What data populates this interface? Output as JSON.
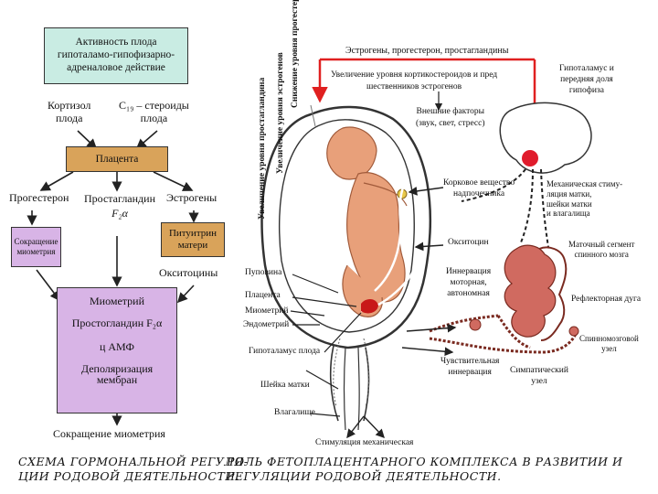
{
  "left": {
    "box_top": "Активность плода гипоталамо-гипофизарно-адреналовое действие",
    "box_top_lines": [
      "Активность плода",
      "гипоталамо-гипофизарно-",
      "адреналовое действие"
    ],
    "cortisol": [
      "Кортизол",
      "плода"
    ],
    "c19": [
      "C₁₉ – стероиды",
      "плода"
    ],
    "placenta": "Плацента",
    "progesterone": "Прогестерон",
    "prostaglandin": [
      "Простагландин",
      "F₂α"
    ],
    "estrogens": "Эстрогены",
    "contraction_box": [
      "Сокращение",
      "миометрия"
    ],
    "pituitrin_box": [
      "Питуитрин",
      "матери"
    ],
    "oxytocins": "Окситоцины",
    "big_box": [
      "Миометрий",
      "Простогландин F₂α",
      "ц АМФ",
      "Деполяризация",
      "мембран"
    ],
    "bottom": "Сокращение миометрия"
  },
  "right": {
    "vertical": [
      "Увеличение уровня простагландина",
      "Увеличение уровня эстрогенов",
      "Снижение уровня прогестерона"
    ],
    "top_line": "Эстрогены, прогестерон, простагландины",
    "increase": [
      "Увеличение уровня кортикостероидов и пред",
      "шественников эстрогенов"
    ],
    "external": [
      "Внешние факторы",
      "(звук, свет, стресс)"
    ],
    "hypothalamus": [
      "Гипоталамус и",
      "передняя доля",
      "гипофиза"
    ],
    "cortex": [
      "Корковое вещество",
      "надпочечника"
    ],
    "mech_stim": [
      "Механическая стиму-",
      "ляция матки,",
      "шейки матки",
      "и влагалища"
    ],
    "oxytocin": "Окситоцин",
    "uterine_segment": [
      "Маточный сегмент",
      "спинного мозга"
    ],
    "innervation": [
      "Иннервация",
      "моторная,",
      "автономная"
    ],
    "reflex": "Рефлекторная дуга",
    "spinal_node": [
      "Спинномозговой",
      "узел"
    ],
    "umbilical": "Пуповина",
    "placenta": "Плацента",
    "myometrium": "Миометрий",
    "endometrium": "Эндометрий",
    "fetal_hypo": "Гипоталамус плода",
    "sensitive": [
      "Чувствительная",
      "иннервация"
    ],
    "sympathetic": [
      "Симпатический",
      "узел"
    ],
    "cervix": "Шейка матки",
    "vagina": "Влагалище",
    "stimulation": "Стимуляция механическая"
  },
  "captions": {
    "left": [
      "СХЕМА ГОРМОНАЛЬНОЙ РЕГУЛЯ-",
      "ЦИИ РОДОВОЙ ДЕЯТЕЛЬНОСТИ."
    ],
    "right": [
      "РОЛЬ ФЕТОПЛАЦЕНТАРНОГО КОМПЛЕКСА В РАЗВИТИИ И",
      "РЕГУЛЯЦИИ РОДОВОЙ ДЕЯТЕЛЬНОСТИ."
    ]
  },
  "colors": {
    "top_box": "#c9ece3",
    "placenta_box": "#d9a35a",
    "pituitrin_box": "#d9a35a",
    "contraction_box": "#d8b4e6",
    "big_box": "#d8b4e6",
    "red_line": "#e02020",
    "fetus": "#e8a07a",
    "spinal": "#d06a60"
  }
}
